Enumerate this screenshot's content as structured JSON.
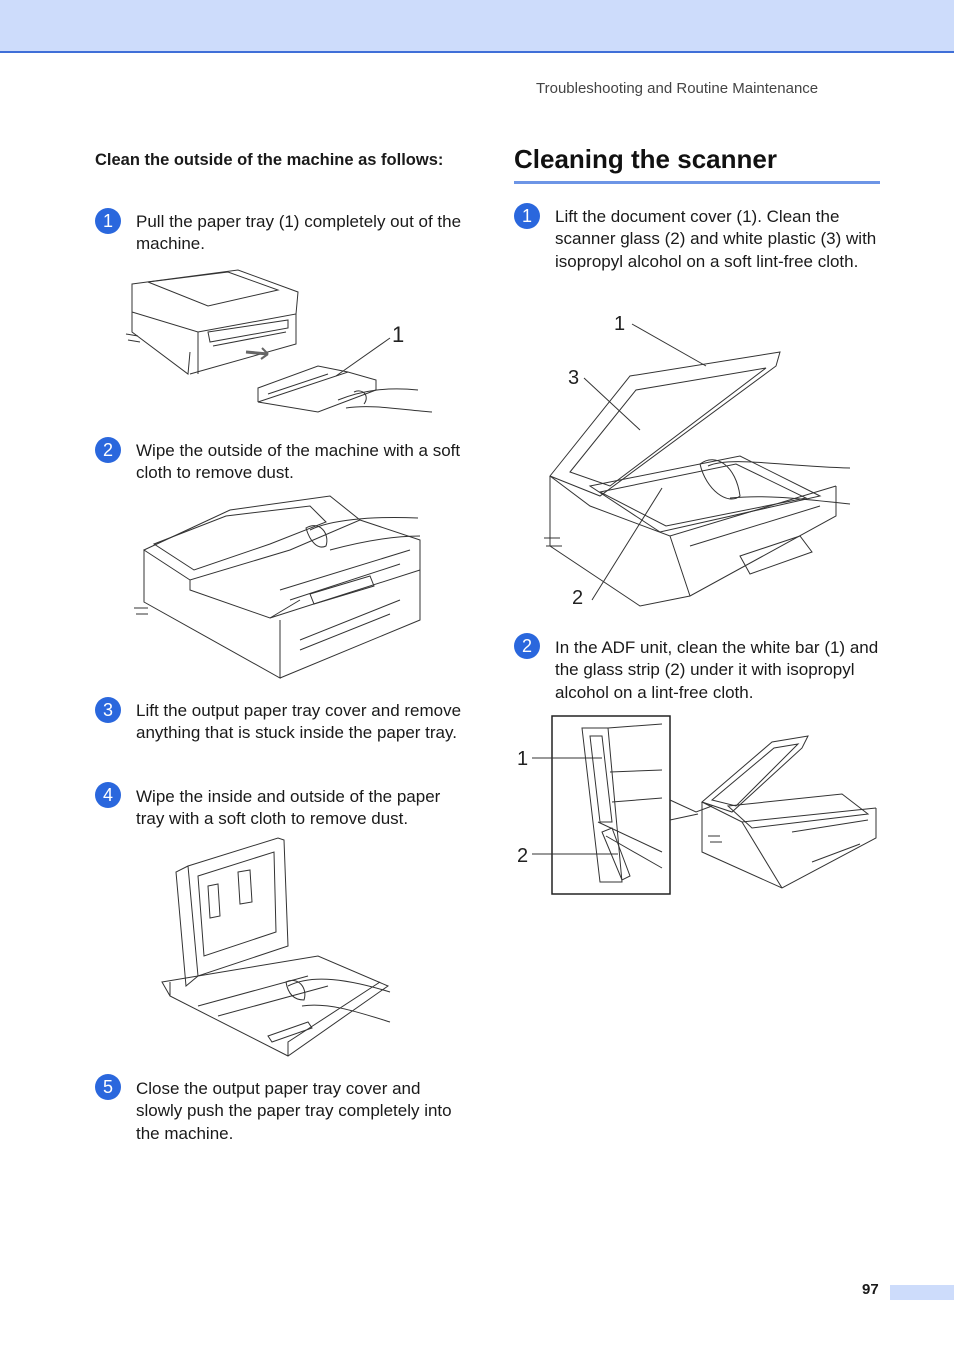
{
  "header": {
    "running_head": "Troubleshooting and Routine Maintenance"
  },
  "left": {
    "subheading": "Clean the outside of the machine as follows:",
    "steps": [
      {
        "num": "1",
        "text": "Pull the paper tray (1) completely out of the machine."
      },
      {
        "num": "2",
        "text": "Wipe the outside of the machine with a soft cloth to remove dust."
      },
      {
        "num": "3",
        "text": "Lift the output paper tray cover and remove anything that is stuck inside the paper tray."
      },
      {
        "num": "4",
        "text": "Wipe the inside and outside of the paper tray with a soft cloth to remove dust."
      },
      {
        "num": "5",
        "text": "Close the output paper tray cover and slowly push the paper tray completely into the machine."
      }
    ],
    "fig1_callout": "1"
  },
  "right": {
    "heading": "Cleaning the scanner",
    "steps": [
      {
        "num": "1",
        "text": "Lift the document cover (1). Clean the scanner glass (2) and white plastic (3) with isopropyl alcohol on a soft lint-free cloth."
      },
      {
        "num": "2",
        "text": "In the ADF unit, clean the white bar (1) and the glass strip (2) under it with isopropyl alcohol on a lint-free cloth."
      }
    ],
    "fig_scanner_callouts": {
      "c1": "1",
      "c2": "2",
      "c3": "3"
    },
    "fig_adf_callouts": {
      "c1": "1",
      "c2": "2"
    }
  },
  "footer": {
    "page_number": "97"
  },
  "colors": {
    "accent": "#2a67dd",
    "band": "#cddcfb",
    "rule": "#6d95e6"
  }
}
